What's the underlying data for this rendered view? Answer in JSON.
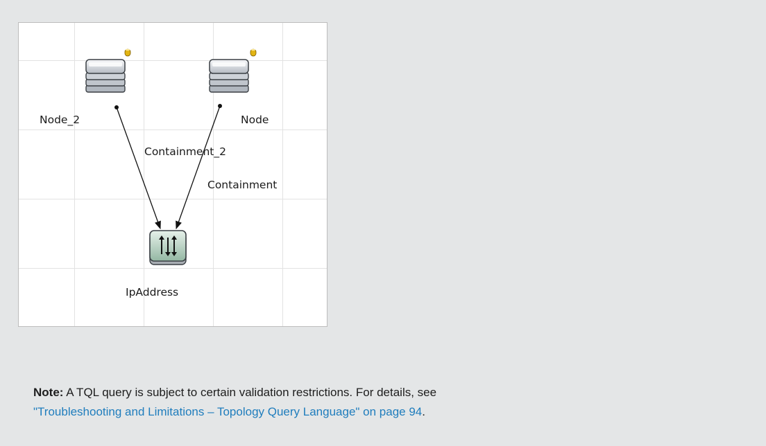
{
  "diagram": {
    "nodes": {
      "node_2": {
        "label": "Node_2",
        "icon": "server-stack-icon",
        "badge": "cylinder-badge-icon"
      },
      "node": {
        "label": "Node",
        "icon": "server-stack-icon",
        "badge": "cylinder-badge-icon"
      },
      "ipaddress": {
        "label": "IpAddress",
        "icon": "ip-address-icon"
      }
    },
    "edges": {
      "containment_2": {
        "label": "Containment_2",
        "from": "Node_2",
        "to": "IpAddress"
      },
      "containment": {
        "label": "Containment",
        "from": "Node",
        "to": "IpAddress"
      }
    }
  },
  "note": {
    "prefix": "Note:",
    "text": " A TQL query is subject to certain validation restrictions. For details, see ",
    "link_text": "\"Troubleshooting and Limitations – Topology Query Language\" on page 94",
    "suffix": "."
  },
  "colors": {
    "page_background": "#e4e6e7",
    "link": "#1f7dbd",
    "badge": "#e2b413"
  }
}
